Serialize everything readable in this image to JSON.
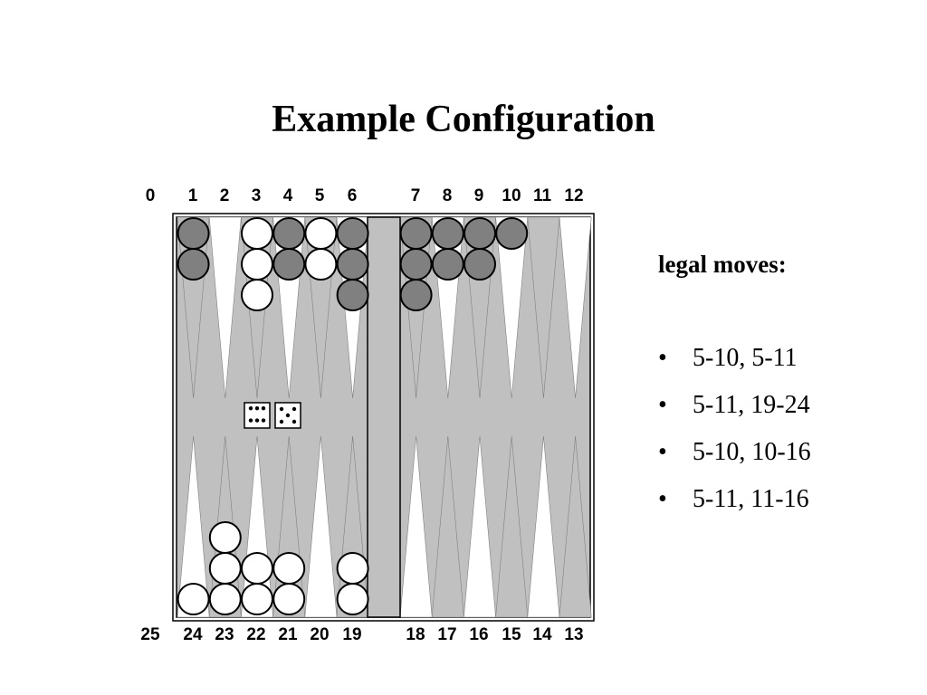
{
  "title": "Example Configuration",
  "colors": {
    "board_bg": "#c0c0c0",
    "point_white": "#ffffff",
    "point_gray": "#c0c0c0",
    "bar": "#c0c0c0",
    "checker_dark": "#808080",
    "checker_light": "#ffffff",
    "outline": "#000000"
  },
  "board": {
    "top_labels": [
      "0",
      "1",
      "2",
      "3",
      "4",
      "5",
      "6",
      "7",
      "8",
      "9",
      "10",
      "11",
      "12"
    ],
    "bottom_labels": [
      "25",
      "24",
      "23",
      "22",
      "21",
      "20",
      "19",
      "18",
      "17",
      "16",
      "15",
      "14",
      "13"
    ],
    "top_checkers": [
      {
        "point": 1,
        "color": "dark",
        "count": 2
      },
      {
        "point": 3,
        "color": "light",
        "count": 3
      },
      {
        "point": 4,
        "color": "dark",
        "count": 2
      },
      {
        "point": 5,
        "color": "light",
        "count": 2
      },
      {
        "point": 6,
        "color": "dark",
        "count": 3
      },
      {
        "point": 7,
        "color": "dark",
        "count": 3
      },
      {
        "point": 8,
        "color": "dark",
        "count": 2
      },
      {
        "point": 9,
        "color": "dark",
        "count": 2
      },
      {
        "point": 10,
        "color": "dark",
        "count": 1
      }
    ],
    "bottom_checkers": [
      {
        "point": 24,
        "color": "light",
        "count": 1
      },
      {
        "point": 23,
        "color": "light",
        "count": 3
      },
      {
        "point": 22,
        "color": "light",
        "count": 2
      },
      {
        "point": 21,
        "color": "light",
        "count": 2
      },
      {
        "point": 19,
        "color": "light",
        "count": 2
      }
    ],
    "dice": [
      6,
      5
    ]
  },
  "moves": {
    "heading": "legal moves:",
    "bullet": "•",
    "items": [
      "5-10, 5-11",
      "5-11, 19-24",
      "5-10, 10-16",
      "5-11, 11-16"
    ]
  }
}
